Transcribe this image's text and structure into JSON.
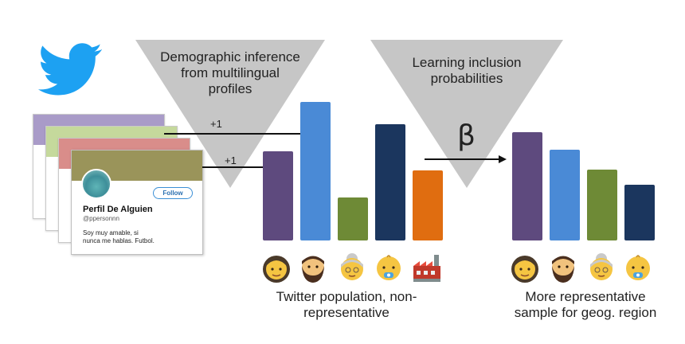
{
  "funnel_left": {
    "text": [
      "Demographic inference",
      "from multilingual",
      "profiles"
    ]
  },
  "funnel_right": {
    "text": [
      "Learning inclusion",
      "probabilities"
    ]
  },
  "profile_card": {
    "follow_label": "Follow",
    "name": "Perfil De Alguien",
    "handle": "@ppersonnn",
    "bio_line1": "Soy muy amable, si",
    "bio_line2": "nunca me hablas. Futbol."
  },
  "arrows": {
    "top_label": "+1",
    "bottom_label": "+1",
    "beta_label": "β"
  },
  "captions": {
    "left": [
      "Twitter population, non-",
      "representative"
    ],
    "right": [
      "More representative",
      "sample for geog. region"
    ]
  },
  "icons": {
    "left": [
      "woman-icon",
      "bearded-man-icon",
      "old-woman-icon",
      "baby-icon",
      "factory-icon"
    ],
    "right": [
      "woman-icon",
      "bearded-man-icon",
      "old-woman-icon",
      "baby-icon"
    ]
  },
  "colors": {
    "twitter_blue": "#1da1f2",
    "funnel_gray": "#c6c6c6",
    "purple": "#5e4a7e",
    "blue": "#4a8ad6",
    "green": "#6e8a36",
    "navy": "#1b365e",
    "orange": "#e06d10"
  },
  "chart_data": [
    {
      "type": "bar",
      "categories": [
        "woman",
        "bearded man",
        "old woman",
        "baby",
        "factory"
      ],
      "values": [
        112,
        174,
        54,
        146,
        88
      ],
      "colors": [
        "#5e4a7e",
        "#4a8ad6",
        "#6e8a36",
        "#1b365e",
        "#e06d10"
      ]
    },
    {
      "type": "bar",
      "categories": [
        "woman",
        "bearded man",
        "old woman",
        "baby"
      ],
      "values": [
        136,
        114,
        89,
        70
      ],
      "colors": [
        "#5e4a7e",
        "#4a8ad6",
        "#6e8a36",
        "#1b365e"
      ]
    }
  ]
}
